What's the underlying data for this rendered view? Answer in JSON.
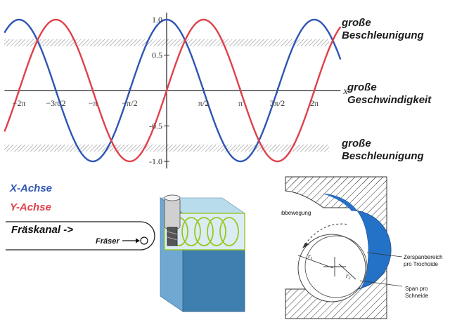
{
  "plot": {
    "x_axis_label": "x",
    "x_ticks": [
      {
        "value": -6.2832,
        "label": "−2π"
      },
      {
        "value": -4.7124,
        "label": "−3π/2"
      },
      {
        "value": -3.1416,
        "label": "−π"
      },
      {
        "value": -1.5708,
        "label": "−π/2"
      },
      {
        "value": 1.5708,
        "label": "π/2"
      },
      {
        "value": 3.1416,
        "label": "π"
      },
      {
        "value": 4.7124,
        "label": "3π/2"
      },
      {
        "value": 6.2832,
        "label": "2π"
      }
    ],
    "y_ticks": [
      {
        "value": 1.0,
        "label": "1.0"
      },
      {
        "value": 0.5,
        "label": "0.5"
      },
      {
        "value": -0.5,
        "label": "-0.5"
      },
      {
        "value": -1.0,
        "label": "-1.0"
      }
    ],
    "x_range": [
      -6.9,
      7.4
    ],
    "y_range": [
      -1.1,
      1.1
    ],
    "series": [
      {
        "function": "cos",
        "color": "#2f55b4"
      },
      {
        "function": "sin",
        "color": "#e0404a"
      }
    ]
  },
  "annotations": {
    "top_line1": "große",
    "top_line2": "Beschleunigung",
    "mid_line1": "große",
    "mid_line2": "Geschwindigkeit",
    "bottom_line1": "große",
    "bottom_line2": "Beschleunigung"
  },
  "legend": {
    "x_axis": "X-Achse",
    "y_axis": "Y-Achse",
    "x_axis_color": "#2f55b4",
    "y_axis_color": "#e0404a",
    "channel": "Fräskanal ->",
    "cutter": "Fräser"
  },
  "detail": {
    "feed_label": "Vorschubbewegung",
    "cut_area_line1": "Zerspanbereich",
    "cut_area_line2": "pro Trochoide",
    "chip_line1": "Span pro",
    "chip_line2": "Schneide",
    "r1_label": "r",
    "r2_label": "r",
    "r1_sub": "1",
    "r2_sub": "2",
    "cut_color": "#2472c8",
    "chip_color": "#a9c93a"
  },
  "block": {
    "top_color": "#b9dcec",
    "front_color": "#3f7fb0",
    "side_color": "#2f5f88",
    "coil_color": "#9bc71e"
  }
}
